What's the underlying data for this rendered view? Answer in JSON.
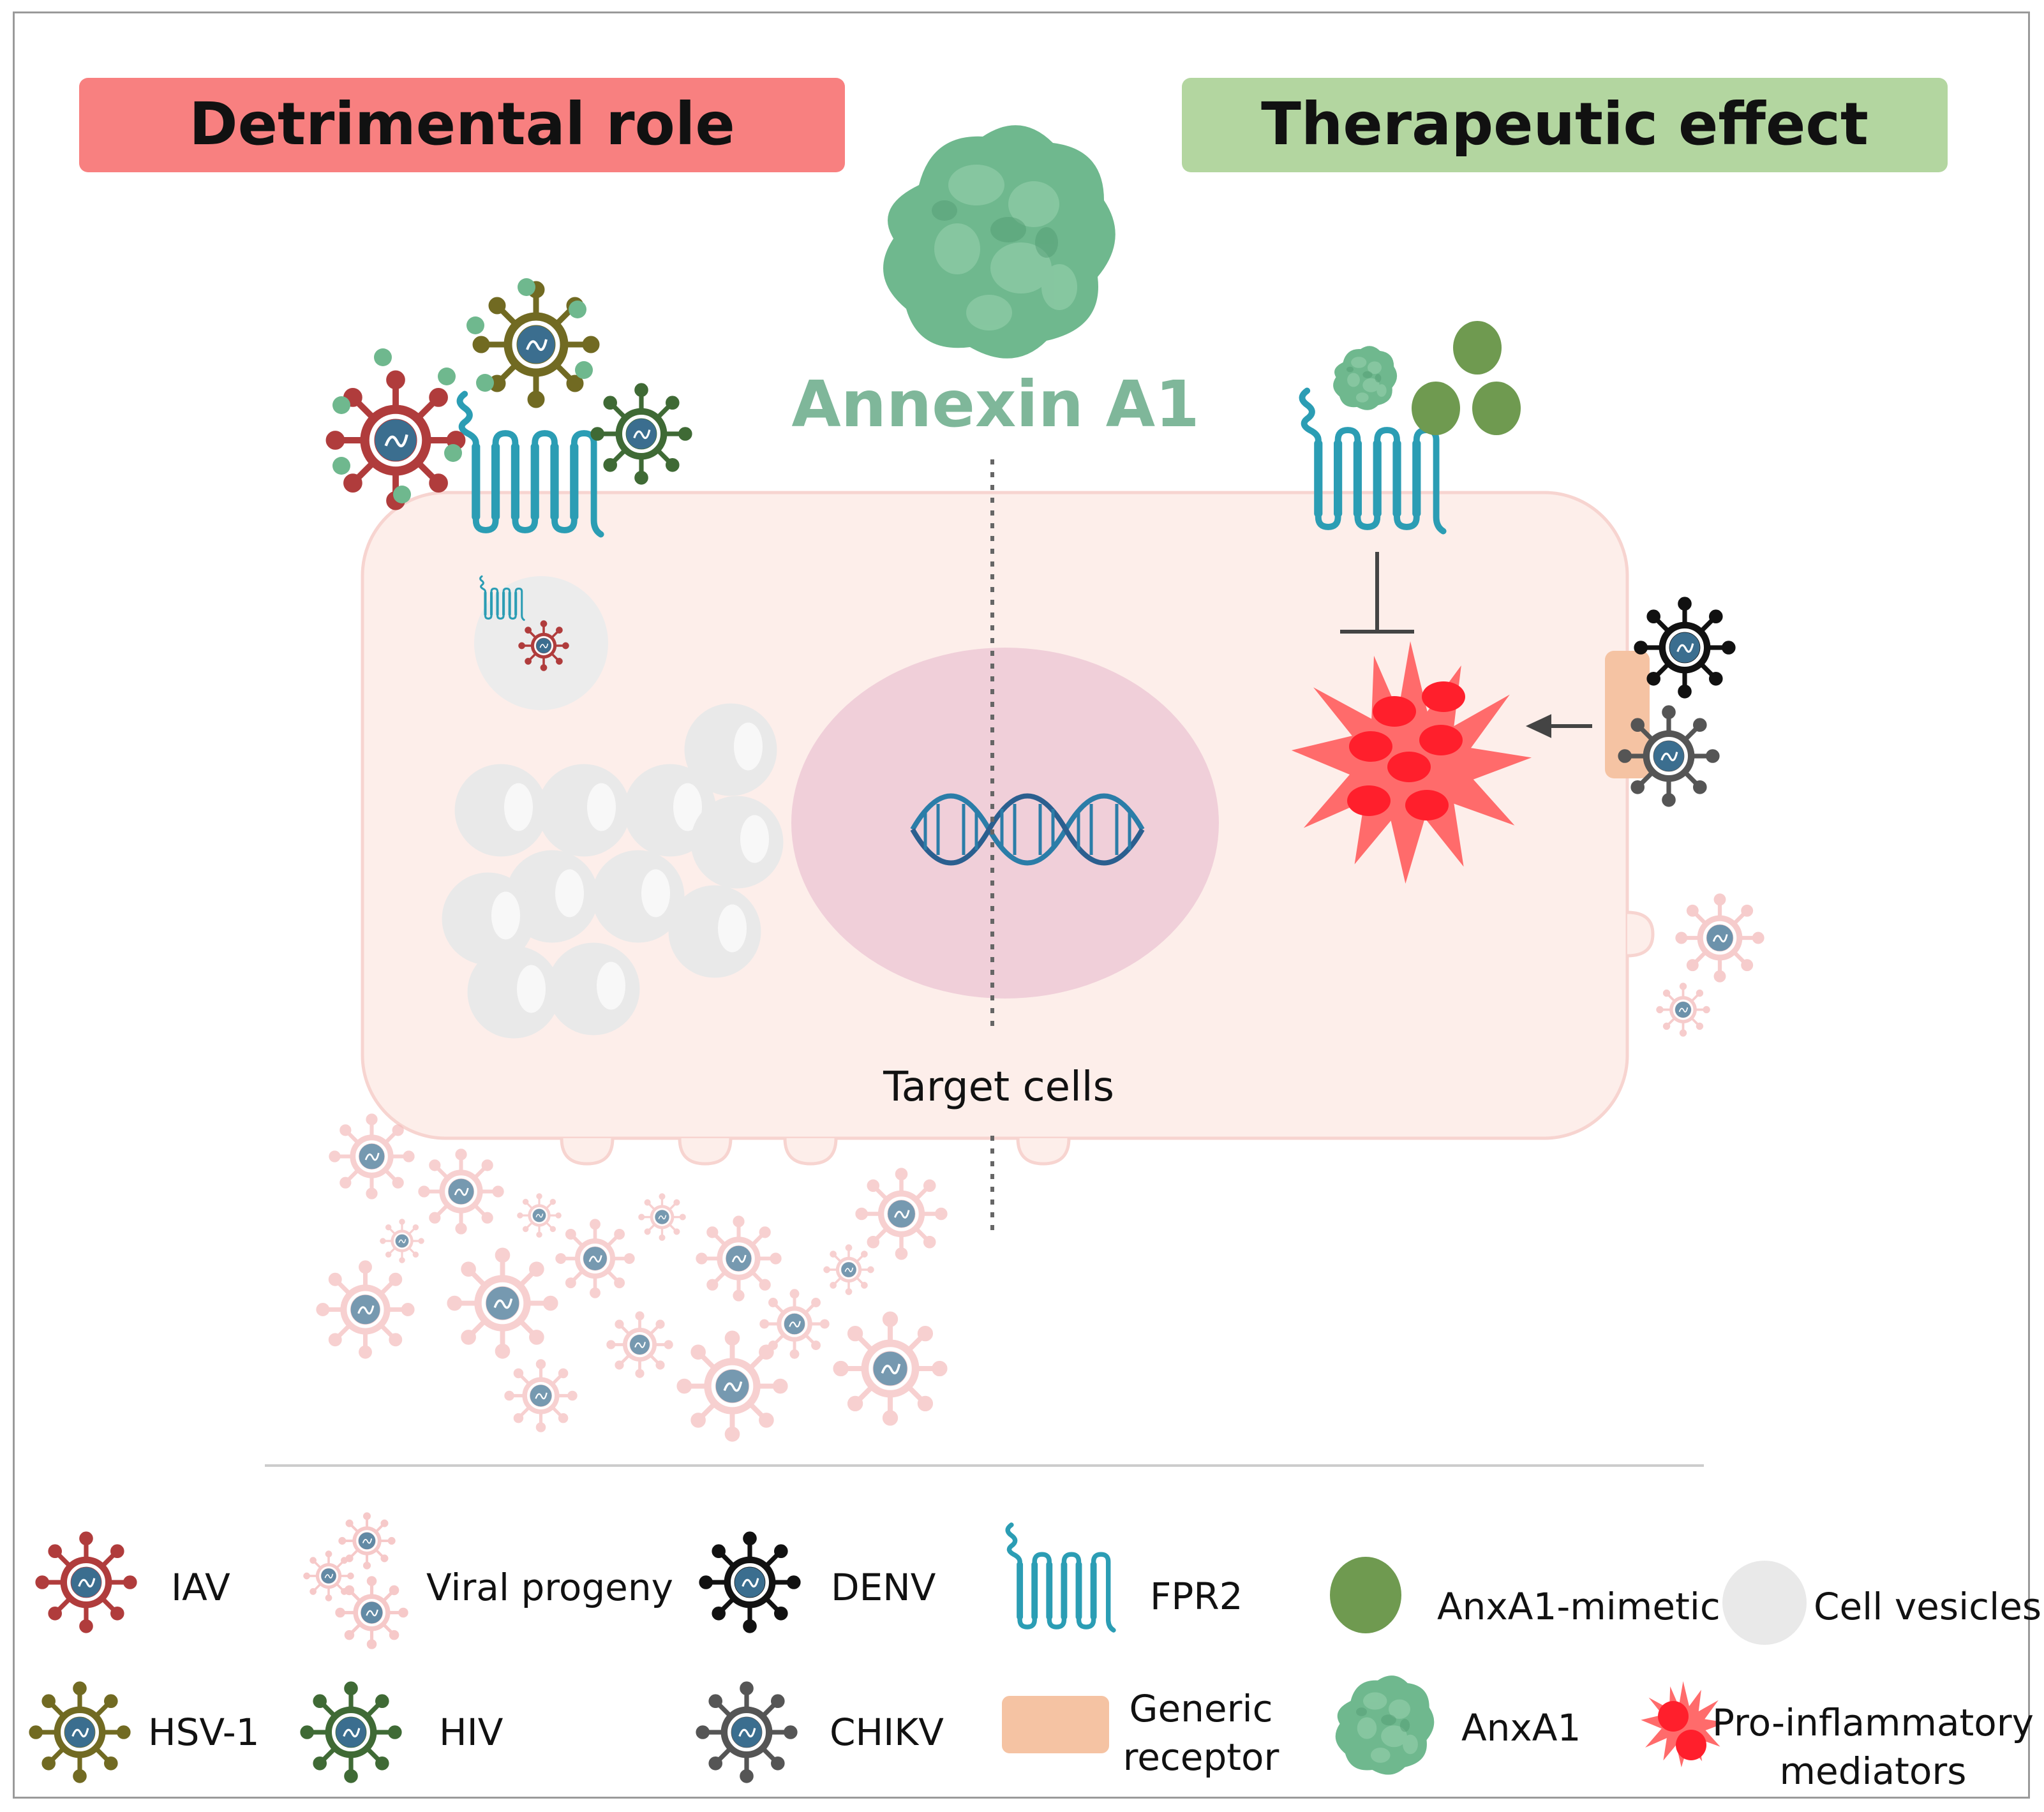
{
  "banners": {
    "left": {
      "label": "Detrimental role",
      "color": "#f88080"
    },
    "right": {
      "label": "Therapeutic effect",
      "color": "#b3d6a0"
    }
  },
  "center": {
    "protein_label": "Annexin A1",
    "protein_label_color": "#7fb79a",
    "cell_label": "Target cells"
  },
  "colors": {
    "cell_fill": "#fdeeea",
    "cell_stroke": "#f7d4d0",
    "nucleus": "#f0cfd9",
    "fpr2": "#2b9db4",
    "anxa1": "#6fb88e",
    "mimetic": "#6f9a50",
    "vesicle": "#e9e9e9",
    "inflammation": "#ff6b6b",
    "inflammation_dot": "#ff1f2c",
    "generic_receptor": "#f5c3a3",
    "iav": "#b03c3c",
    "hsv1": "#716a22",
    "hiv": "#3f6a35",
    "denv": "#111111",
    "chikv": "#555555",
    "progeny": "#f4bcbc"
  },
  "legend": {
    "iav": "IAV",
    "viral_progeny": "Viral progeny",
    "denv": "DENV",
    "fpr2": "FPR2",
    "anxa1_mimetic": "AnxA1-mimetic",
    "cell_vesicles": "Cell vesicles",
    "hsv1": "HSV-1",
    "hiv": "HIV",
    "chikv": "CHIKV",
    "generic_receptor_line1": "Generic",
    "generic_receptor_line2": "receptor",
    "anxa1": "AnxA1",
    "pro_inflammatory_line1": "Pro-inflammatory",
    "pro_inflammatory_line2": "mediators"
  }
}
